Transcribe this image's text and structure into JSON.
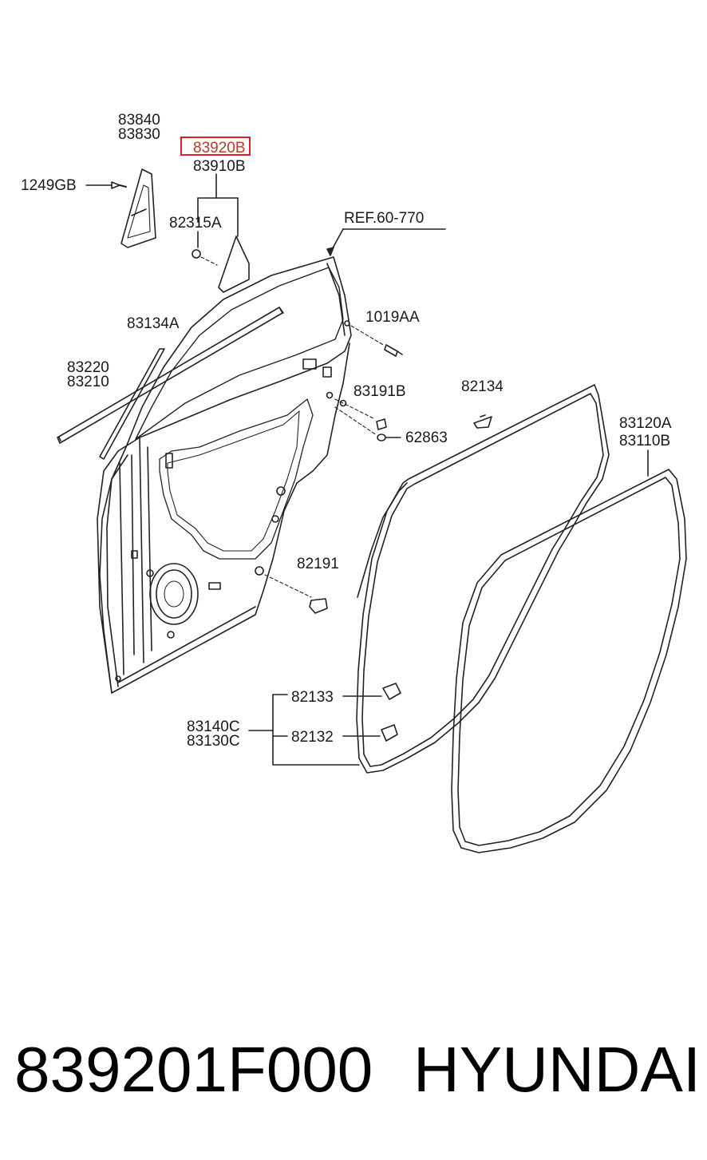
{
  "labels": {
    "p83840": "83840",
    "p83830": "83830",
    "p1249gb": "1249GB",
    "p83920b": "83920B",
    "p83910b": "83910B",
    "p82315a": "82315A",
    "ref": "REF.60-770",
    "p1019aa": "1019AA",
    "p83134a": "83134A",
    "p83220": "83220",
    "p83210": "83210",
    "p83191b": "83191B",
    "p82134": "82134",
    "p62863": "62863",
    "p83120a": "83120A",
    "p83110b": "83110B",
    "p82191": "82191",
    "p82133": "82133",
    "p82132": "82132",
    "p83140c": "83140C",
    "p83130c": "83130C"
  },
  "highlight": {
    "part": "83920B",
    "color": "#e02020"
  },
  "footer": {
    "part_number": "839201F000",
    "brand": "HYUNDAI"
  }
}
